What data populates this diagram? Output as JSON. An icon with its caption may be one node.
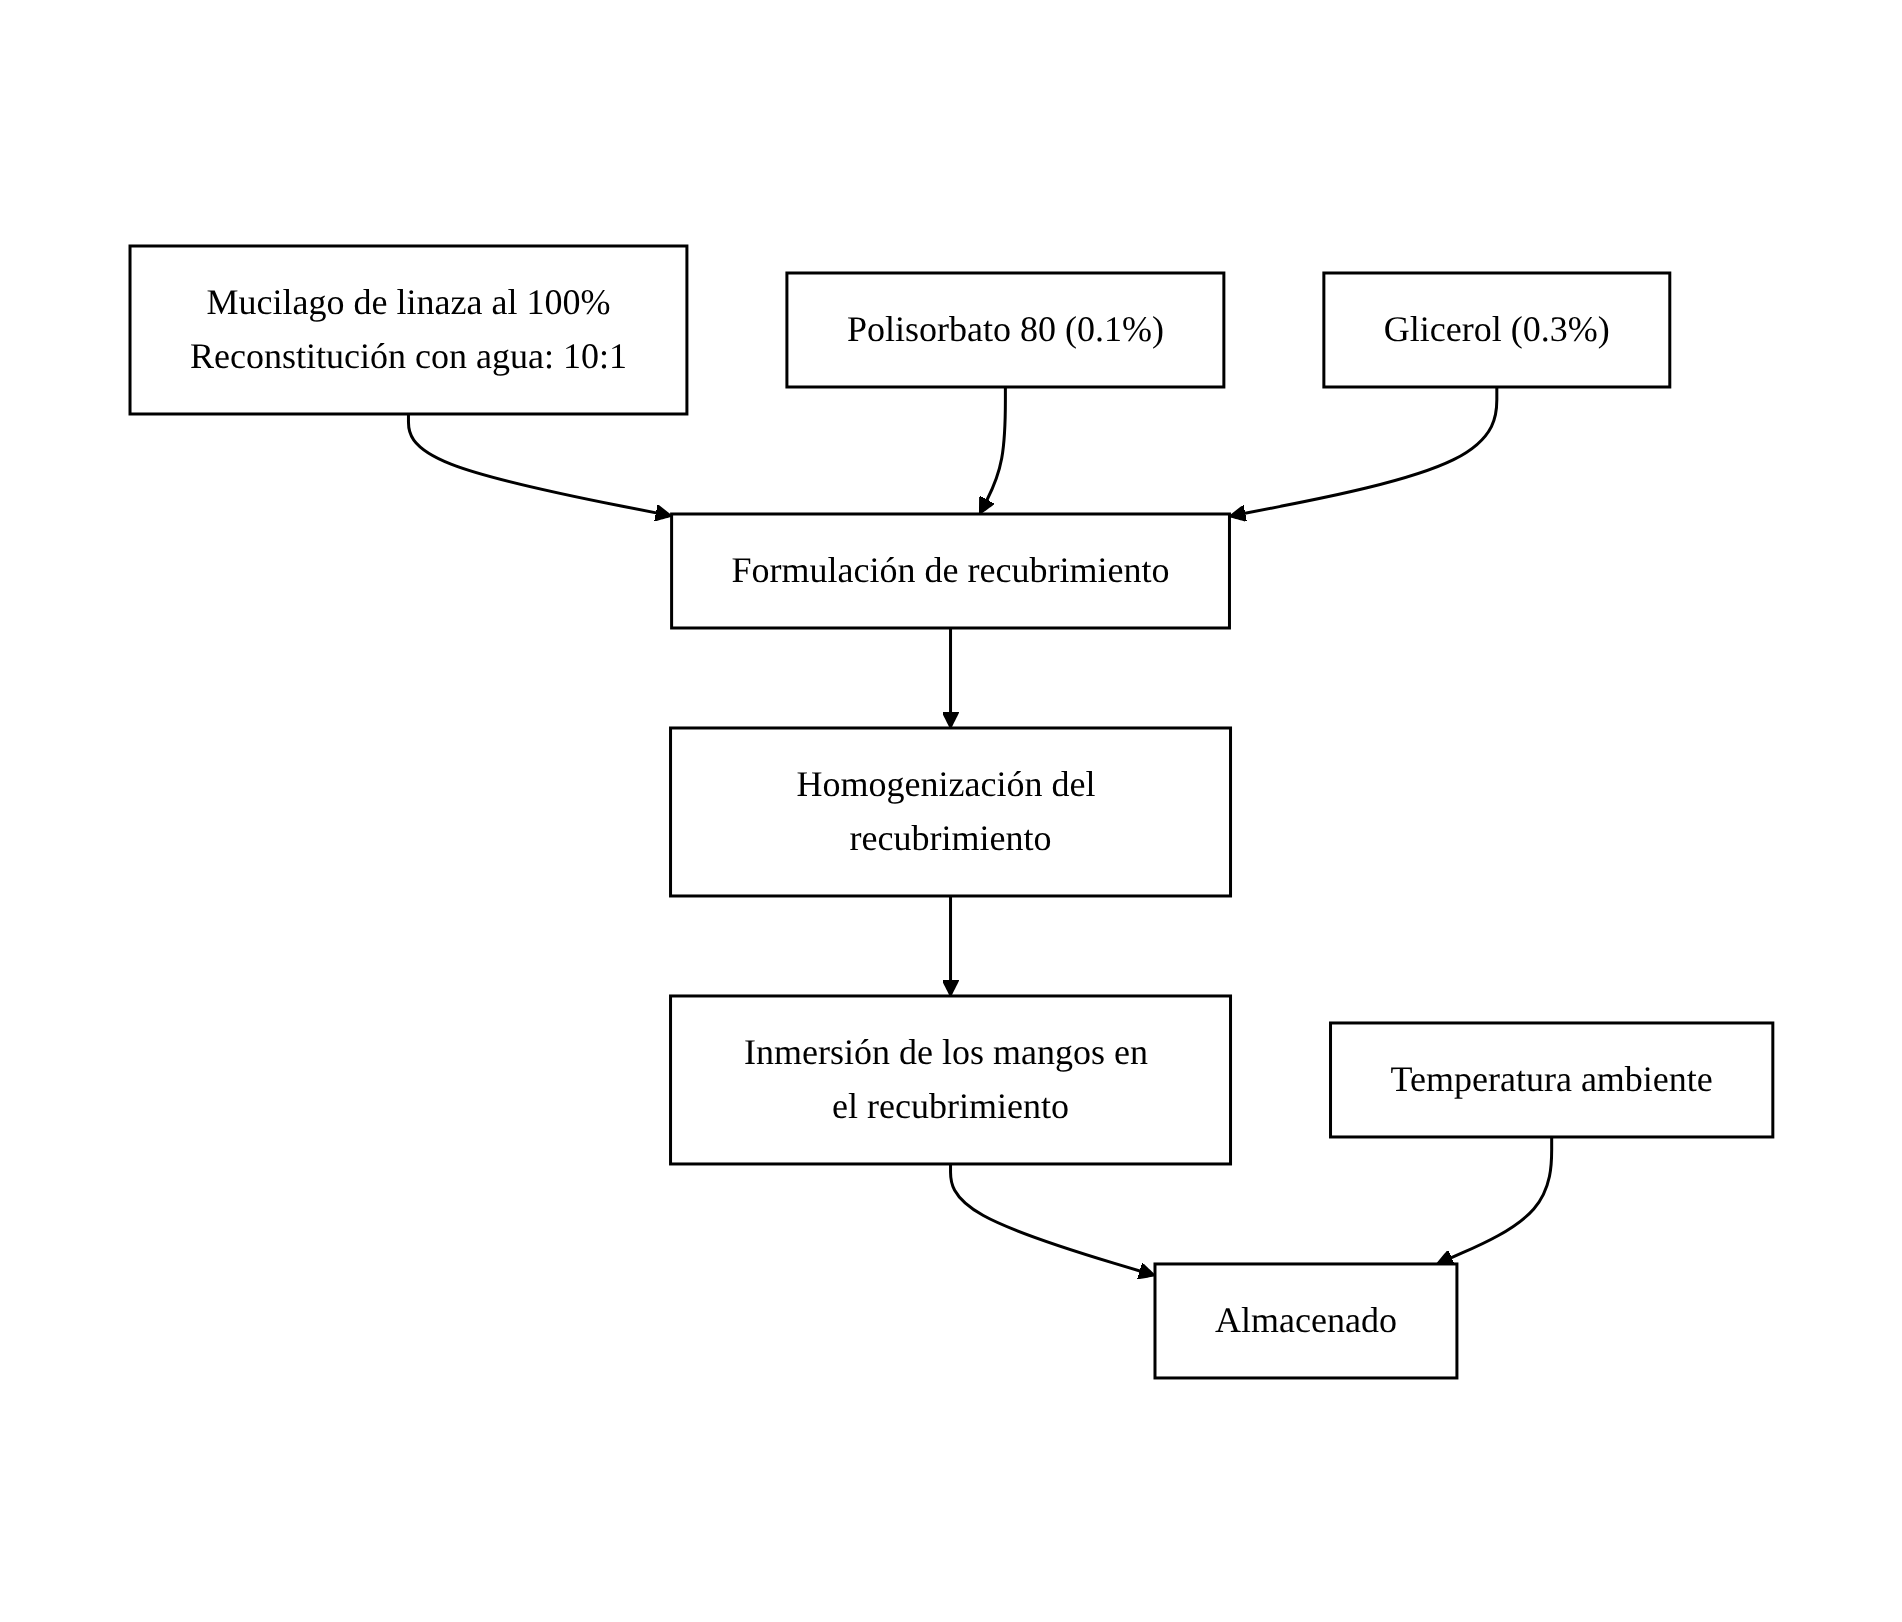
{
  "diagram": {
    "nodes": [
      {
        "text": [
          "Mucilago de linaza al 100%",
          "Reconstitución con agua: 10:1"
        ]
      },
      {
        "text": [
          "Polisorbato 80 (0.1%)"
        ]
      },
      {
        "text": [
          "Glicerol (0.3%)"
        ]
      },
      {
        "text": [
          "Formulación de recubrimiento"
        ]
      },
      {
        "text": [
          "Homogenización del recubrimiento"
        ]
      },
      {
        "text": [
          "Inmersión de los mangos en el recubrimiento"
        ]
      },
      {
        "text": [
          "Temperatura ambiente"
        ]
      },
      {
        "text": [
          "Almacenado"
        ]
      }
    ],
    "edges": [
      {
        "from": 0,
        "to": 3,
        "arrow": "to"
      },
      {
        "from": 1,
        "to": 3,
        "arrow": "to"
      },
      {
        "from": 2,
        "to": 3,
        "arrow": "to"
      },
      {
        "from": 3,
        "to": 4,
        "arrow": "to"
      },
      {
        "from": 4,
        "to": 5,
        "arrow": "to"
      },
      {
        "from": 5,
        "to": 7,
        "arrow": "to"
      },
      {
        "from": 6,
        "to": 7,
        "arrow": "to"
      }
    ]
  }
}
